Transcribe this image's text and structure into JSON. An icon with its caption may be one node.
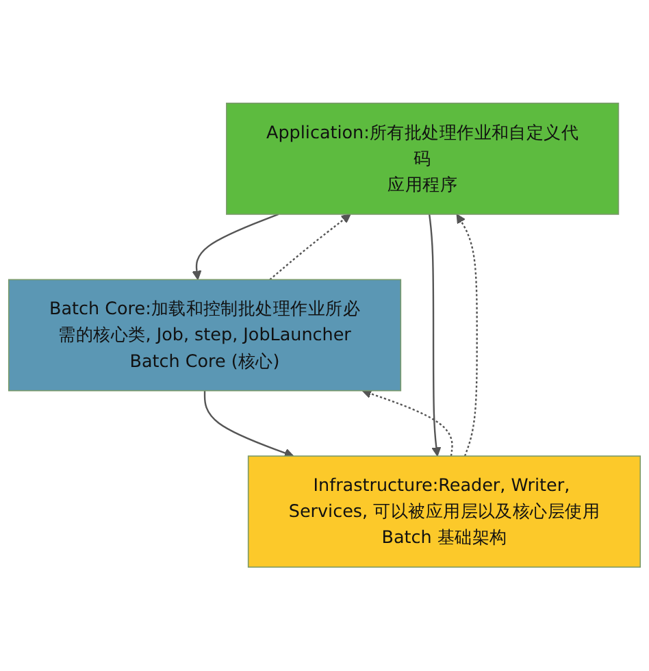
{
  "diagram": {
    "nodes": [
      {
        "text": [
          "Application:所有批处理作业和自定义代码",
          "应用程序"
        ]
      },
      {
        "text": [
          "Batch Core:加载和控制批处理作业所必需的核心类, Job, step, JobLauncher",
          "Batch Core (核心)"
        ]
      },
      {
        "text": [
          "Infrastructure:Reader, Writer, Services, 可以被应用层以及核心层使用",
          "Batch 基础架构"
        ]
      }
    ],
    "edges": [
      {
        "from": 0,
        "to": 1,
        "arrow": "to"
      },
      {
        "from": 1,
        "to": 0,
        "arrow": "to",
        "style": "dashed"
      },
      {
        "from": 1,
        "to": 2,
        "arrow": "to"
      },
      {
        "from": 2,
        "to": 1,
        "arrow": "to",
        "style": "dashed"
      },
      {
        "from": 0,
        "to": 2,
        "arrow": "to"
      },
      {
        "from": 2,
        "to": 0,
        "arrow": "to",
        "style": "dashed"
      }
    ]
  }
}
